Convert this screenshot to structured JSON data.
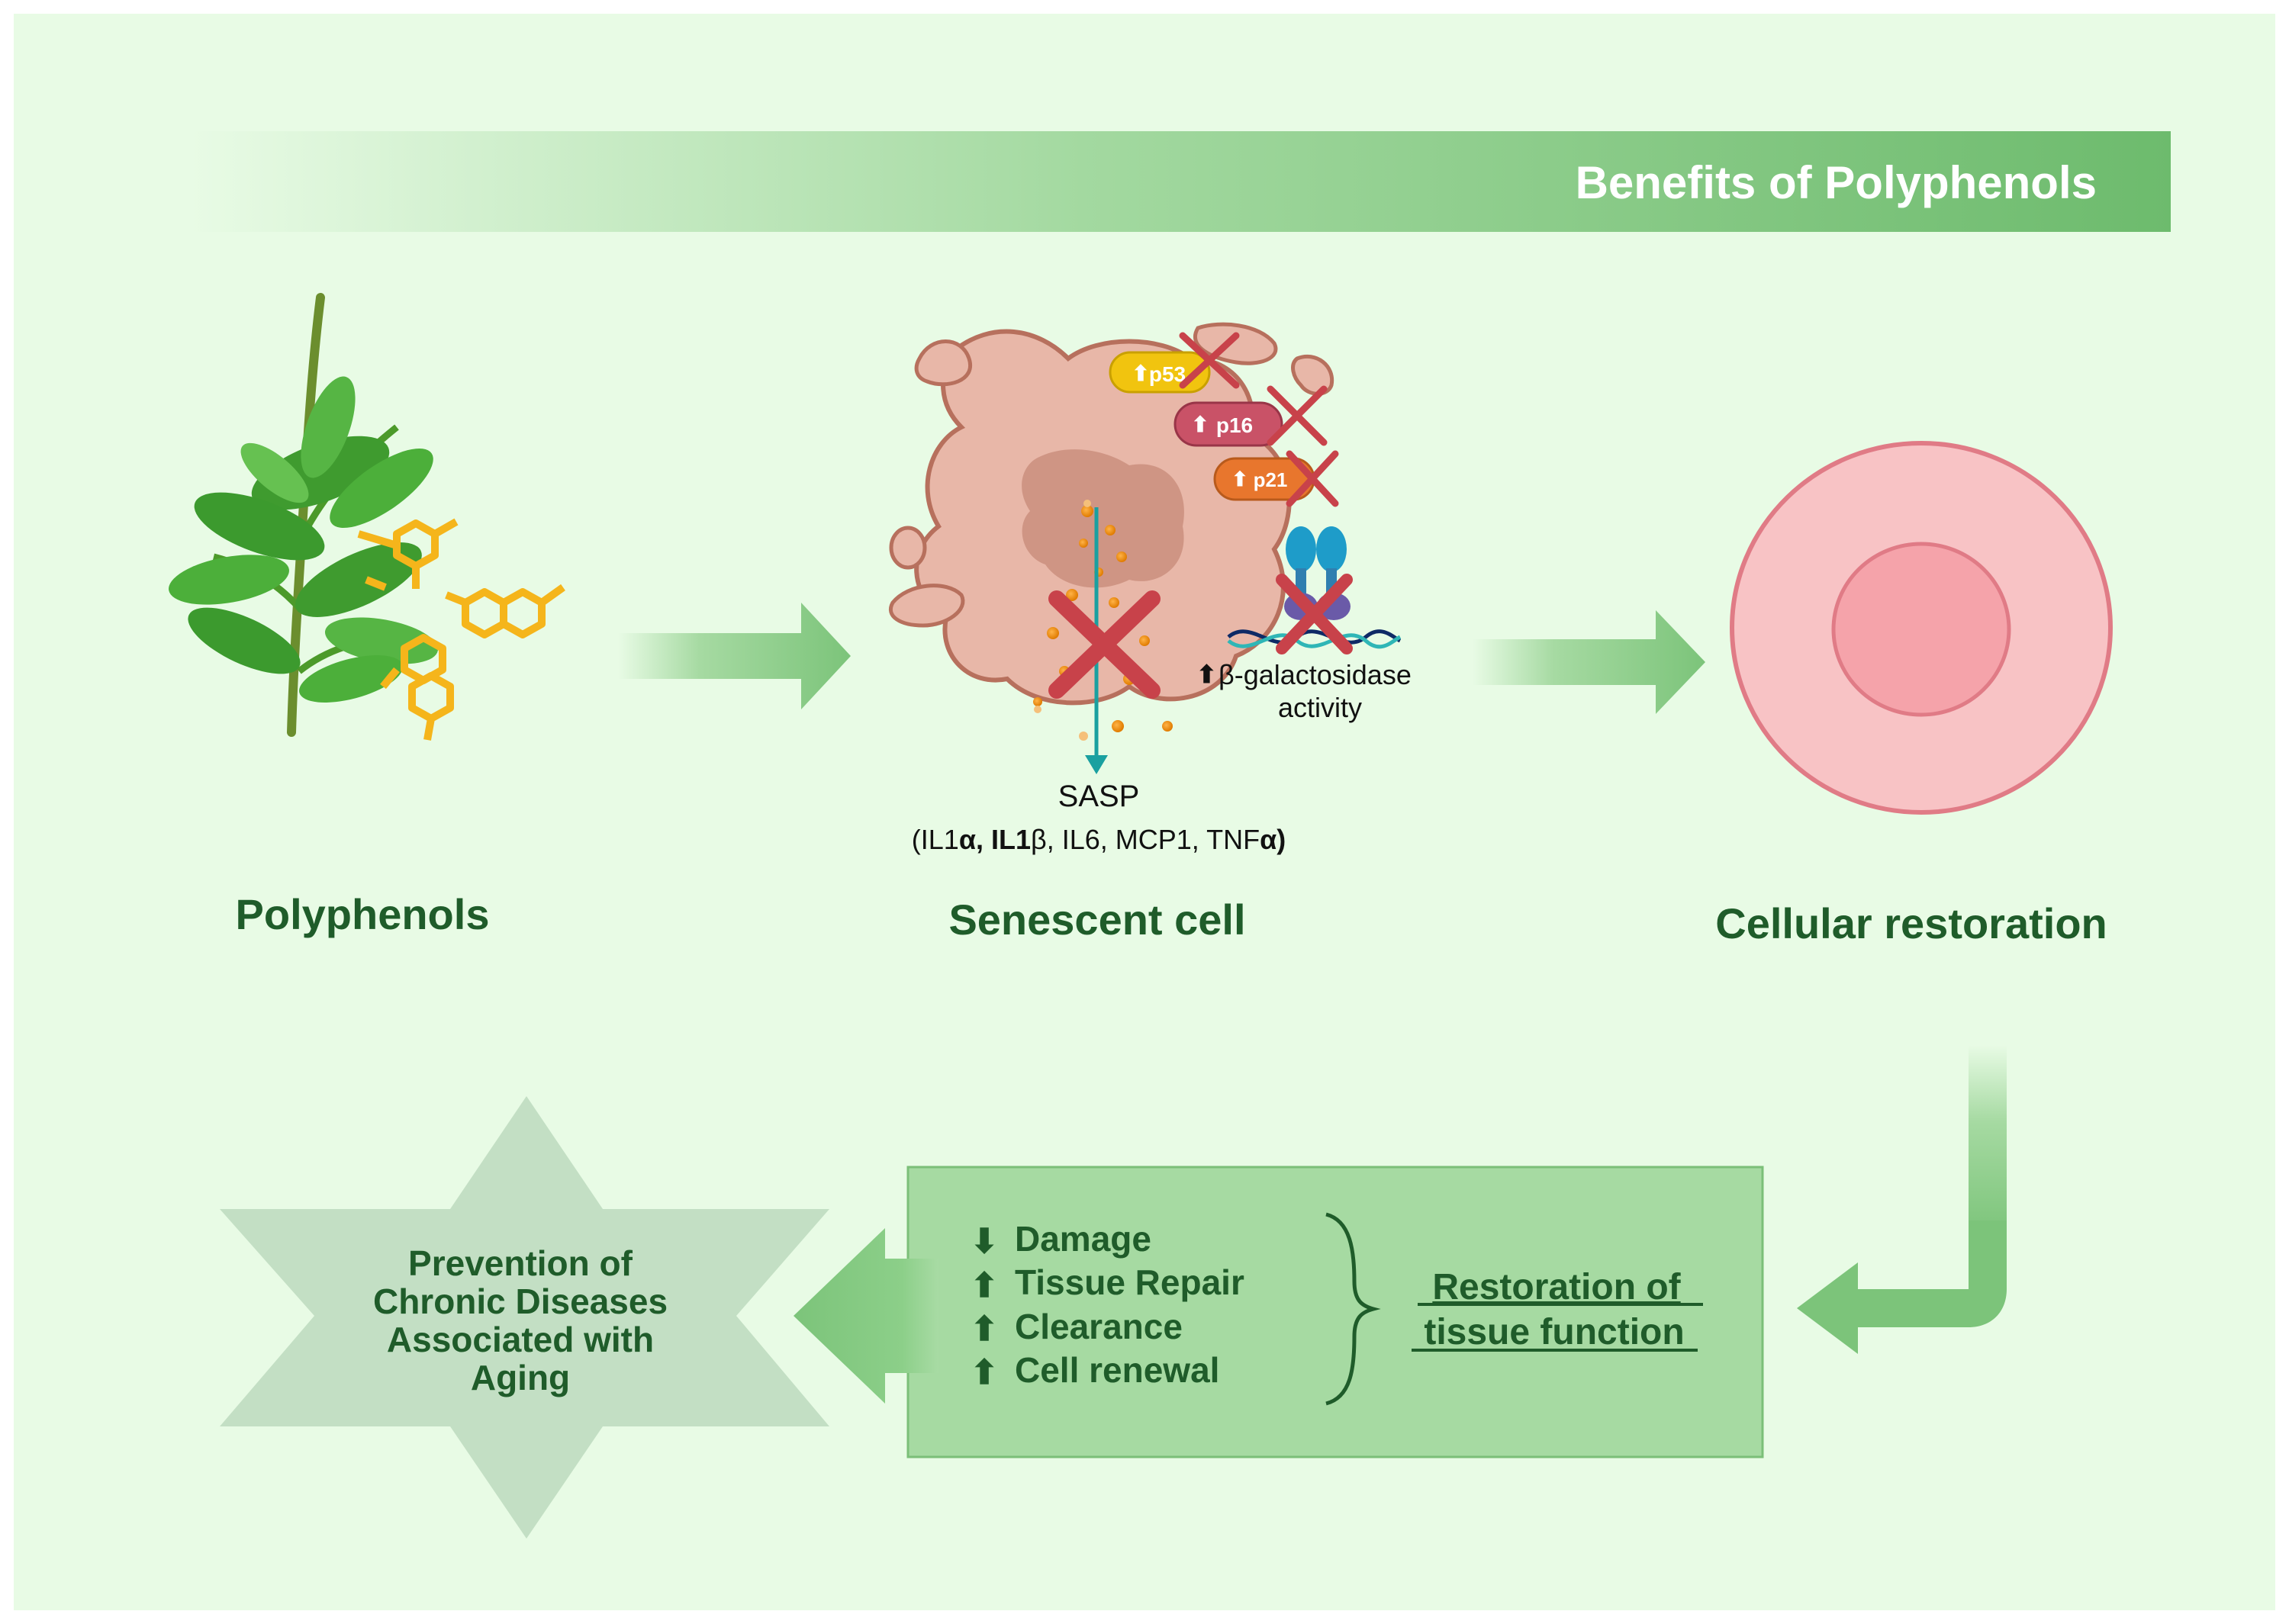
{
  "banner": {
    "title": "Benefits of Polyphenols"
  },
  "stages": {
    "polyphenols": "Polyphenols",
    "senescent": "Senescent cell",
    "restoration": "Cellular restoration"
  },
  "markers": {
    "p53": "p53",
    "p16": "p16",
    "p21": "p21",
    "up_arrow": "⬆"
  },
  "beta_gal": {
    "line1": "β-galactosidase",
    "line2": "activity"
  },
  "sasp": {
    "label": "SASP",
    "open": "(",
    "il1a": "IL1",
    "alpha": "α,",
    "il1b": "IL1",
    "beta": "β, IL6, MCP1, TNF",
    "alpha2": "α)"
  },
  "outcomes": {
    "damage": "Damage",
    "repair": "Tissue Repair",
    "clearance": "Clearance",
    "renewal": "Cell renewal",
    "down_arrow": "⬇",
    "up_arrow": "⬆"
  },
  "tissue": {
    "line1": "Restoration of",
    "line2": "tissue function"
  },
  "prevention": {
    "line1": "Prevention of",
    "line2": "Chronic Diseases",
    "line3": "Associated with",
    "line4": "Aging"
  },
  "colors": {
    "background": "#e8fbe5",
    "accent_green": "#6dbb6d",
    "dark_green": "#1f5c2a",
    "cross_red": "#c8424a",
    "cell_pink": "#f8c3c5",
    "senescent_fill": "#e8b7a8"
  }
}
